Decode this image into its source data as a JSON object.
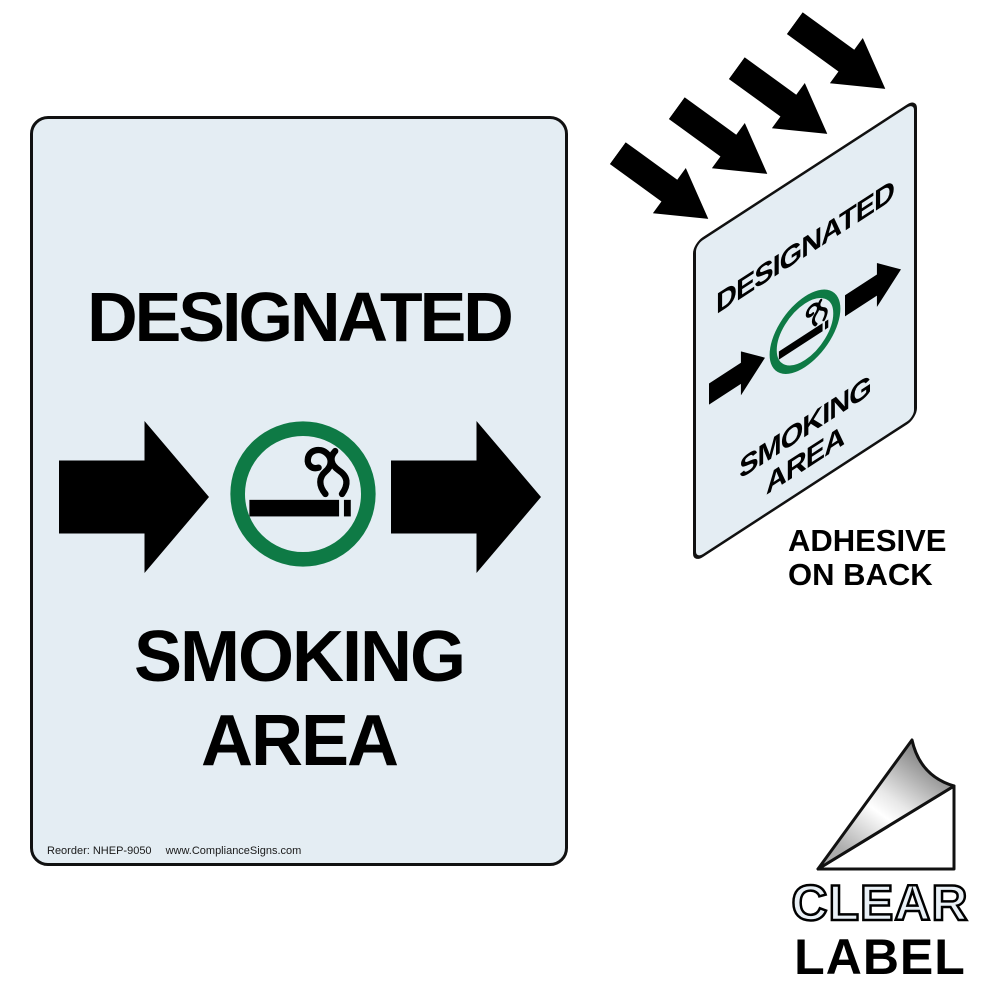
{
  "colors": {
    "sign_background": "#e4edf3",
    "sign_border": "#111111",
    "ring_green": "#0e7a45",
    "ink_black": "#000000",
    "clear_letter_fill": "#e9f0f6",
    "peel_dark_gray": "#7d7d7d",
    "peel_light": "#ffffff"
  },
  "icons": {
    "smoking_symbol": "cigarette-with-smoke-in-green-circle",
    "direction_arrow": "right-arrow",
    "application_arrow": "down-right-arrow",
    "peel_corner": "peeling-label-corner"
  },
  "main_sign": {
    "title": "DESIGNATED",
    "subtitle_line1": "SMOKING",
    "subtitle_line2": "AREA",
    "reorder_label": "Reorder: NHEP-9050",
    "website": "www.ComplianceSigns.com"
  },
  "preview_sign": {
    "title": "DESIGNATED",
    "subtitle_line1": "SMOKING",
    "subtitle_line2": "AREA"
  },
  "callouts": {
    "adhesive_line1": "ADHESIVE",
    "adhesive_line2": "ON BACK",
    "material_line1": "CLEAR",
    "material_line2": "LABEL"
  }
}
